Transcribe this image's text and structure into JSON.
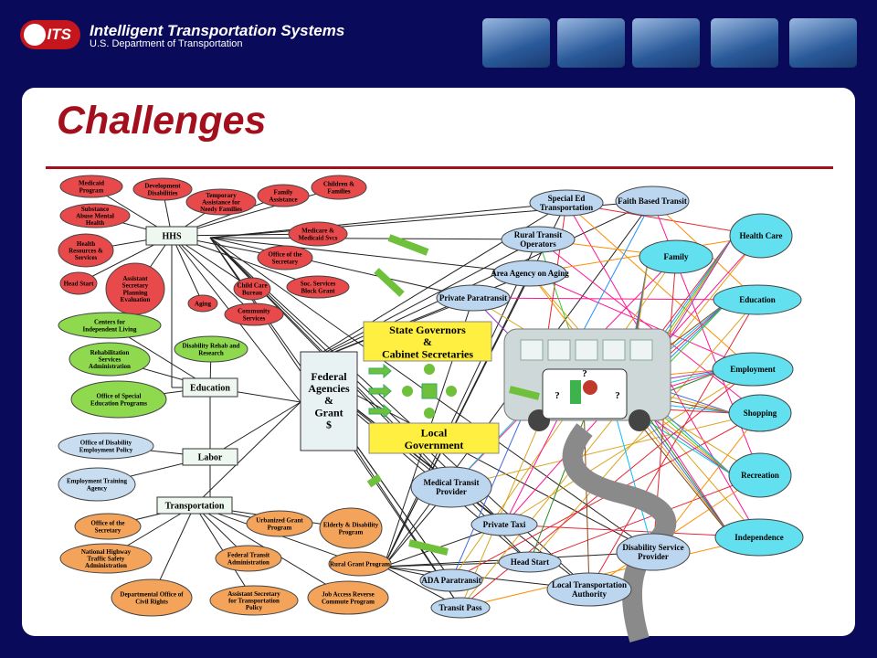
{
  "header": {
    "badge": "ITS",
    "title": "Intelligent Transportation Systems",
    "subtitle": "U.S. Department of Transportation"
  },
  "page_title": "Challenges",
  "colors": {
    "red": "#e8494a",
    "green": "#8ed94e",
    "blue": "#c8ddf0",
    "orange": "#f4a35a",
    "title": "#a30f1d"
  },
  "diagram": {
    "red_nodes": [
      "Medicaid Program",
      "Development Disabilities",
      "Temporary Assistance for Needy Families",
      "Family Assistance",
      "Children & Families",
      "Substance Abuse Mental Health",
      "Medicare & Medicaid Svcs",
      "Health Resources & Services",
      "Office of the Secretary",
      "Head Start",
      "Assistant Secretary Planning Evaluation",
      "Child Care Bureau",
      "Soc. Services Block Grant",
      "Aging",
      "Community Services"
    ],
    "green_nodes": [
      "Centers for Independent Living",
      "Disability Rehab and Research",
      "Rehabilitation Services Administration",
      "Office of Special Education Programs"
    ],
    "gray_nodes": [
      "Office of Disability Employment Policy",
      "Employment Training Agency"
    ],
    "orange_nodes": [
      "Office of the Secretary",
      "Urbanized Grant Program",
      "Elderly & Disability Program",
      "National Highway Traffic Safety Administration",
      "Federal Transit Administration",
      "Rural Grant Program",
      "Departmental Office of Civil Rights",
      "Assistant Secretary for Transportation Policy",
      "Job Access Reverse Commute Program"
    ],
    "dept_boxes": [
      "HHS",
      "Education",
      "Labor",
      "Transportation"
    ],
    "federal_box": [
      "Federal",
      "Agencies",
      "&",
      "Grant",
      "$"
    ],
    "state_box": [
      "State Governors",
      "&",
      "Cabinet Secretaries"
    ],
    "local_box": [
      "Local",
      "Government"
    ],
    "provider_nodes": [
      "Special Ed Transportation",
      "Faith Based Transit",
      "Rural Transit Operators",
      "Area Agency on Aging",
      "Private Paratransit",
      "Medical Transit Provider",
      "Private Taxi",
      "Head Start",
      "ADA Paratransit",
      "Transit Pass",
      "Local Transportation Authority",
      "Disability Service Provider"
    ],
    "destination_nodes": [
      "Health Care",
      "Family",
      "Education",
      "Employment",
      "Shopping",
      "Recreation",
      "Independence"
    ],
    "rider_marks": [
      "?",
      "?",
      "?"
    ]
  }
}
